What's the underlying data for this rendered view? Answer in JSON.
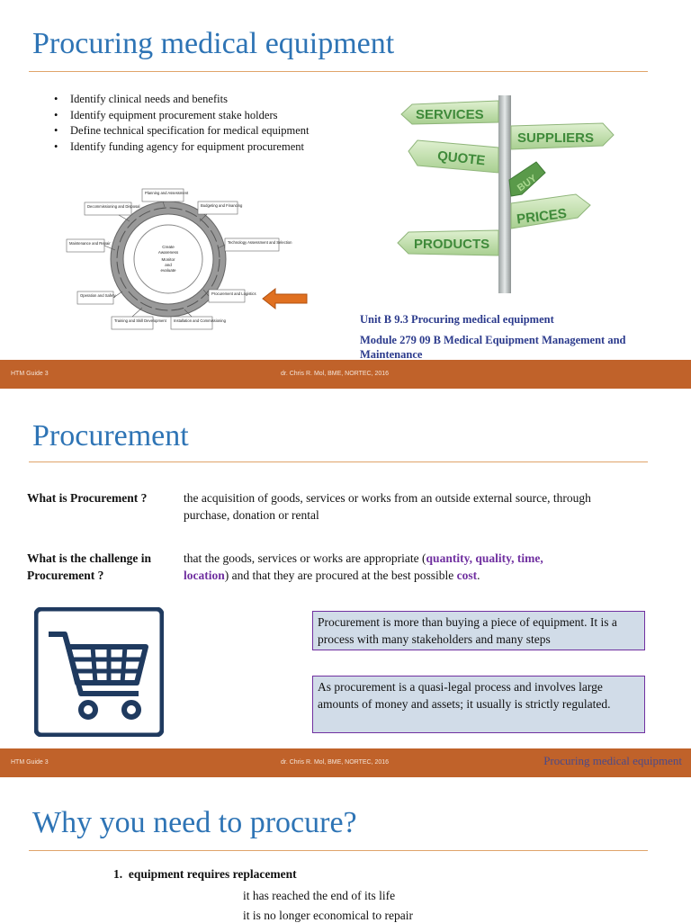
{
  "slide1": {
    "title": "Procuring medical equipment",
    "bullets": [
      "Identify clinical needs and benefits",
      "Identify equipment procurement stake holders",
      "Define technical specification for medical equipment",
      "Identify funding agency for equipment procurement"
    ],
    "cycle_diagram": {
      "center": [
        "Create",
        "Awareness",
        "Monitor",
        "and",
        "evaluate"
      ],
      "stages": [
        "Planning and Assessment",
        "Budgeting and Financing",
        "Technology Assessment and Selection",
        "Procurement and Logistics",
        "Installation and Commissioning",
        "Training and Skill Development",
        "Operation and Safety",
        "Maintenance and Repair",
        "Decommissioning and Disposal"
      ]
    },
    "signpost": [
      "SERVICES",
      "SUPPLIERS",
      "QUOTE",
      "BUY",
      "PRICES",
      "PRODUCTS"
    ],
    "unit": "Unit B 9.3 Procuring medical equipment",
    "module": "Module 279 09 B  Medical Equipment Management and Maintenance",
    "footer": {
      "left": "HTM Guide 3",
      "center": "dr. Chris R. Mol, BME, NORTEC, 2016"
    },
    "colors": {
      "title": "#2e74b5",
      "footer": "#c0622a",
      "arrow": "#e07020"
    }
  },
  "slide2": {
    "title": "Procurement",
    "q1": "What is Procurement ?",
    "a1": "the acquisition of goods, services or works from an outside external source, through purchase, donation or rental",
    "q2": "What is the challenge in Procurement ?",
    "a2_start": "that the goods, services or works are appropriate (",
    "a2_hl1": "quantity, quality, time, location",
    "a2_mid": ") and that they are  procured at the best possible ",
    "a2_hl2": "cost",
    "a2_end": ".",
    "box1": "Procurement is more than buying a piece of equipment. It is a process with many stakeholders and many steps",
    "box2": "As procurement is a quasi-legal process and involves large amounts of money and assets; it usually is strictly regulated.",
    "icon": "shopping-cart-icon",
    "footer": {
      "left": "HTM Guide 3",
      "center": "dr. Chris R. Mol, BME, NORTEC, 2016",
      "right": "Procuring medical equipment"
    }
  },
  "slide3": {
    "title": "Why you need to procure?",
    "item1_num": "1.",
    "item1": "equipment requires replacement",
    "sub1": "it has reached the end of its life",
    "sub2": "it is no longer economical to repair"
  }
}
